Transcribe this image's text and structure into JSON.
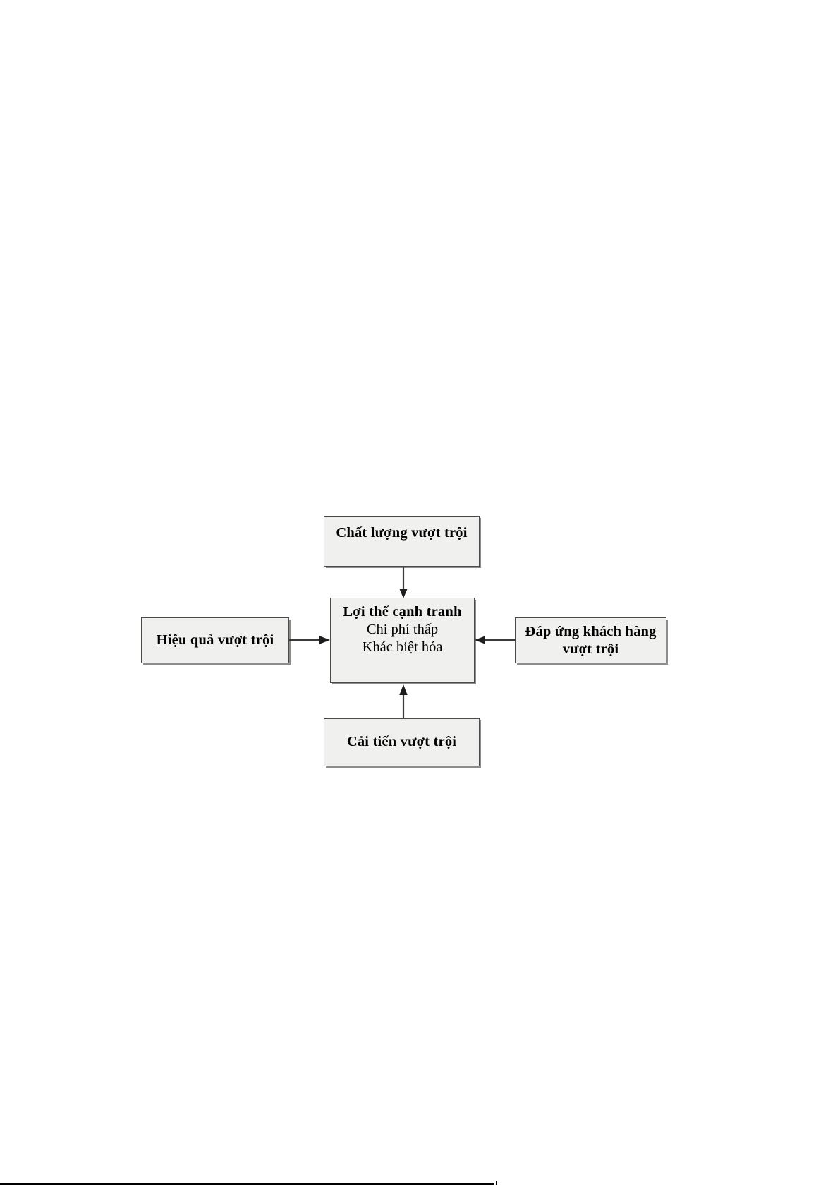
{
  "diagram": {
    "title_semantic": "competitive-advantage-building-blocks",
    "nodes": {
      "top": {
        "label": "Chất lượng vượt trội"
      },
      "left": {
        "label": "Hiệu quả vượt trội"
      },
      "right": {
        "line1": "Đáp ứng khách hàng",
        "line2": "vượt trội"
      },
      "bottom": {
        "label": "Cải tiến vượt trội"
      },
      "center": {
        "title": "Lợi thế cạnh tranh",
        "sub1": "Chi phí thấp",
        "sub2": "Khác biệt hóa"
      }
    },
    "arrows": [
      {
        "name": "arrow-top-to-center",
        "from": "top",
        "to": "center",
        "direction": "down"
      },
      {
        "name": "arrow-left-to-center",
        "from": "left",
        "to": "center",
        "direction": "right"
      },
      {
        "name": "arrow-right-to-center",
        "from": "right",
        "to": "center",
        "direction": "left"
      },
      {
        "name": "arrow-bottom-to-center",
        "from": "bottom",
        "to": "center",
        "direction": "up"
      }
    ],
    "colors": {
      "box_fill": "#f0f0ef",
      "box_border": "#4a4a4a",
      "box_shadow": "#8c8c8c",
      "arrow": "#3b3b3b",
      "text": "#000000",
      "page_background": "#ffffff"
    }
  },
  "chart_data": {
    "type": "diagram",
    "title": "Lợi thế cạnh tranh",
    "nodes": [
      "Chất lượng vượt trội",
      "Hiệu quả vượt trội",
      "Đáp ứng khách hàng vượt trội",
      "Cải tiến vượt trội",
      "Lợi thế cạnh tranh"
    ],
    "edges": [
      {
        "source": "Chất lượng vượt trội",
        "target": "Lợi thế cạnh tranh"
      },
      {
        "source": "Hiệu quả vượt trội",
        "target": "Lợi thế cạnh tranh"
      },
      {
        "source": "Đáp ứng khách hàng vượt trội",
        "target": "Lợi thế cạnh tranh"
      },
      {
        "source": "Cải tiến vượt trội",
        "target": "Lợi thế cạnh tranh"
      }
    ]
  }
}
